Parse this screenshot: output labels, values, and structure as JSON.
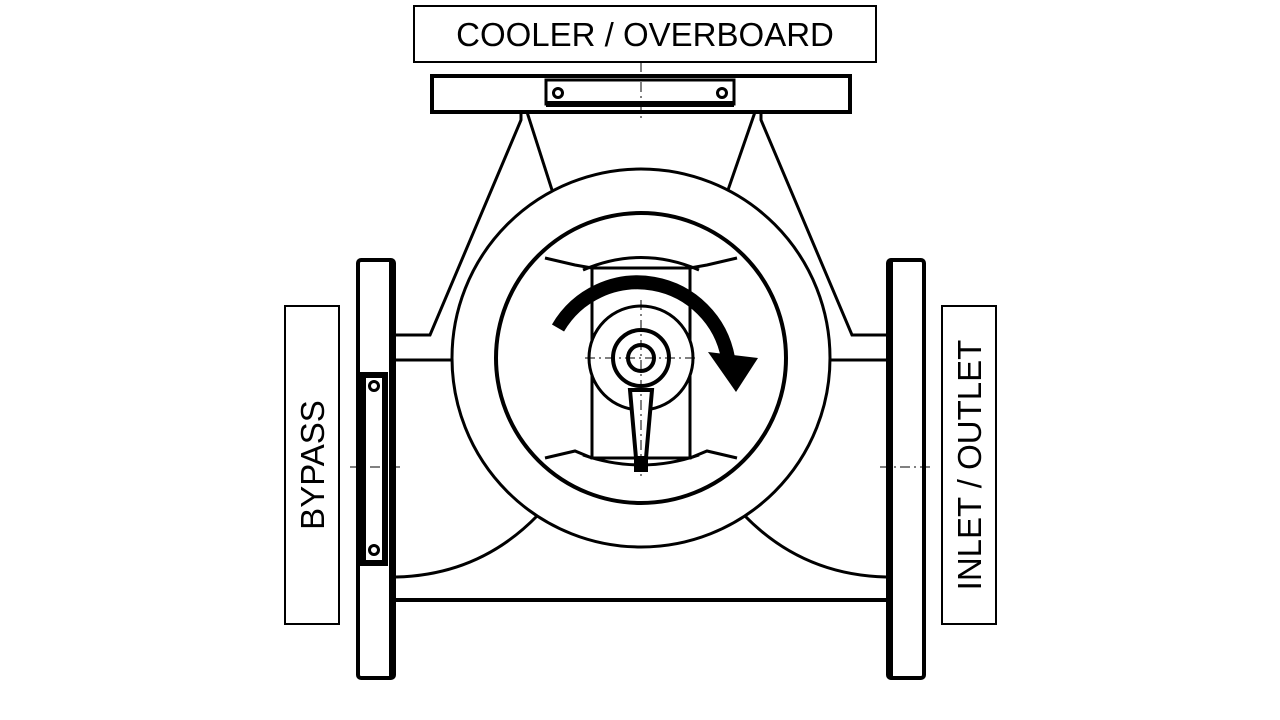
{
  "labels": {
    "top": "COOLER / OVERBOARD",
    "left": "BYPASS",
    "right": "INLET / OUTLET"
  },
  "colors": {
    "line": "#000000",
    "background": "#ffffff"
  },
  "icons": {
    "rotation": "clockwise-arrow-icon"
  }
}
